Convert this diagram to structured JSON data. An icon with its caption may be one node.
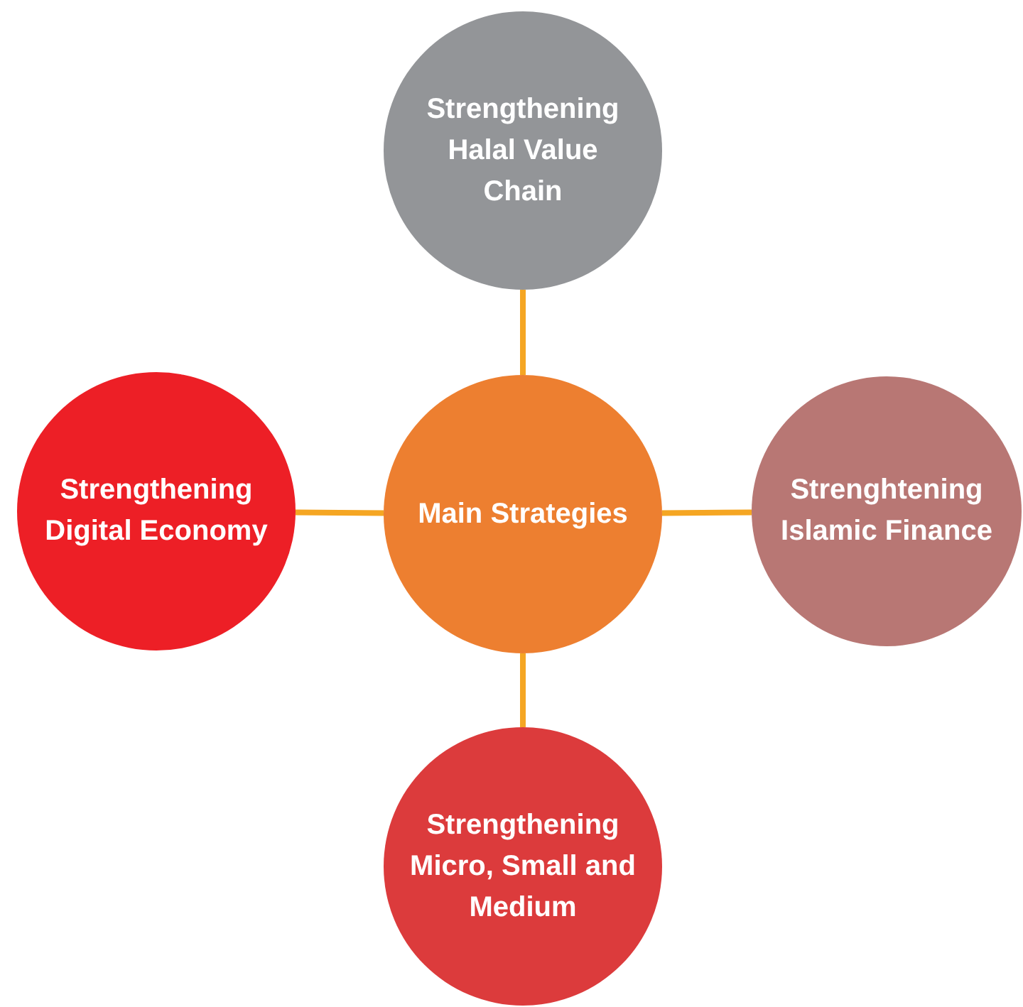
{
  "diagram": {
    "nodes": [
      {
        "text": [
          "Strengthening Halal Value Chain"
        ]
      },
      {
        "text": [
          "Strengthening Digital Economy"
        ]
      },
      {
        "text": [
          "Main Strategies"
        ]
      },
      {
        "text": [
          "Strenghtening Islamic Finance"
        ]
      },
      {
        "text": [
          "Strengthening Micro, Small and Medium"
        ]
      }
    ],
    "edges": [
      {
        "from": 2,
        "to": 0,
        "arrow": "none"
      },
      {
        "from": 2,
        "to": 1,
        "arrow": "none"
      },
      {
        "from": 2,
        "to": 3,
        "arrow": "none"
      },
      {
        "from": 2,
        "to": 4,
        "arrow": "none"
      }
    ]
  }
}
